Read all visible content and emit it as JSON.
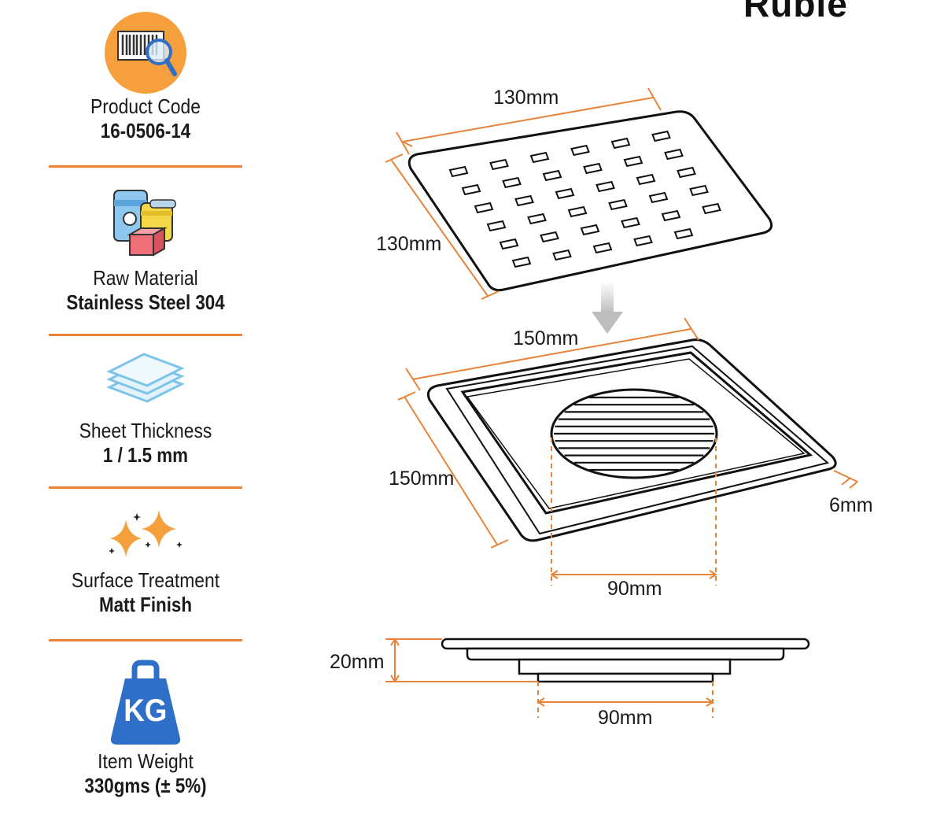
{
  "brand": {
    "name": "Rubie"
  },
  "specs": [
    {
      "icon": "barcode-search-icon",
      "label": "Product Code",
      "value": "16-0506-14"
    },
    {
      "icon": "raw-material-icon",
      "label": "Raw Material",
      "value": "Stainless Steel 304"
    },
    {
      "icon": "sheet-layers-icon",
      "label": "Sheet Thickness",
      "value": "1 / 1.5 mm"
    },
    {
      "icon": "sparkle-icon",
      "label": "Surface Treatment",
      "value": "Matt Finish"
    },
    {
      "icon": "kg-weight-icon",
      "label": "Item Weight",
      "value": "330gms (± 5%)"
    }
  ],
  "dimensions": {
    "grate_width": "130mm",
    "grate_depth": "130mm",
    "frame_width": "150mm",
    "frame_depth": "150mm",
    "frame_thickness": "6mm",
    "outlet_diameter_top": "90mm",
    "height": "20mm",
    "outlet_diameter_side": "90mm"
  },
  "colors": {
    "accent": "#e8833a",
    "icon_orange": "#f5a03c",
    "icon_blue": "#2f6fc8",
    "arrow": "#bdbdbd"
  }
}
